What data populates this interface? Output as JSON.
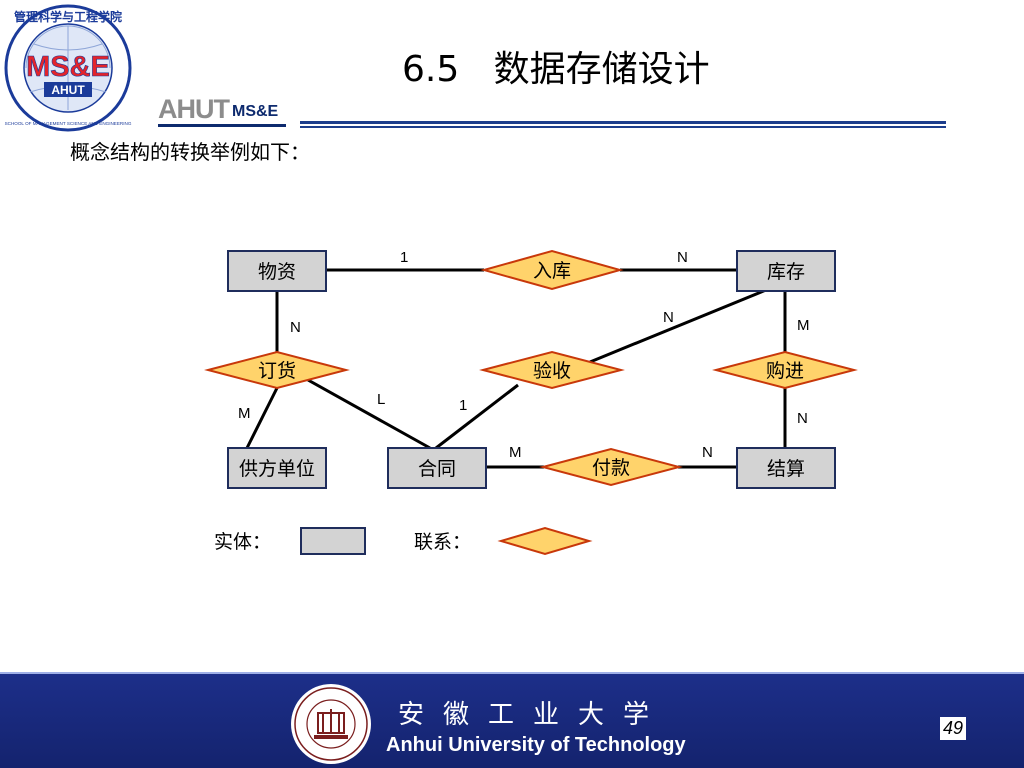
{
  "header": {
    "logo_text": "MS&E",
    "logo_sub": "AHUT",
    "logo_ring_text": "管理科学与工程学院",
    "logo_ring_en": "SCHOOL OF MANAGEMENT SCIENCE AND ENGINEERING",
    "brand_main": "AHUT",
    "brand_sub": "MS&E",
    "title": "6.5   数据存储设计"
  },
  "intro": "概念结构的转换举例如下：",
  "diagram": {
    "entities": {
      "wuzi": "物资",
      "kucun": "库存",
      "gongfang": "供方单位",
      "hetong": "合同",
      "jiesuan": "结算"
    },
    "relationships": {
      "ruku": "入库",
      "dinghuo": "订货",
      "yanshou": "验收",
      "goujin": "购进",
      "fukuan": "付款"
    },
    "cardinalities": {
      "wuzi_ruku": "1",
      "ruku_kucun": "N",
      "wuzi_dinghuo": "N",
      "dinghuo_gongfang": "M",
      "dinghuo_hetong": "L",
      "hetong_yanshou": "1",
      "yanshou_kucun": "N",
      "kucun_goujin": "M",
      "goujin_jiesuan": "N",
      "hetong_fukuan": "M",
      "fukuan_jiesuan": "N"
    },
    "legend": {
      "entity_label": "实体：",
      "relation_label": "联系："
    },
    "colors": {
      "entity_fill": "#d3d3d3",
      "entity_border": "#1f2d5c",
      "relation_fill": "#ffd36b",
      "relation_border": "#c8380a"
    }
  },
  "footer": {
    "university_cn": "安徽工业大学",
    "university_en": "Anhui University of Technology",
    "page_number": "49"
  },
  "colors": {
    "footer_bg": "#1a2b80",
    "title_rule": "#1c3d8c",
    "logo_red": "#e3242b",
    "logo_blue": "#1b3b9a"
  }
}
